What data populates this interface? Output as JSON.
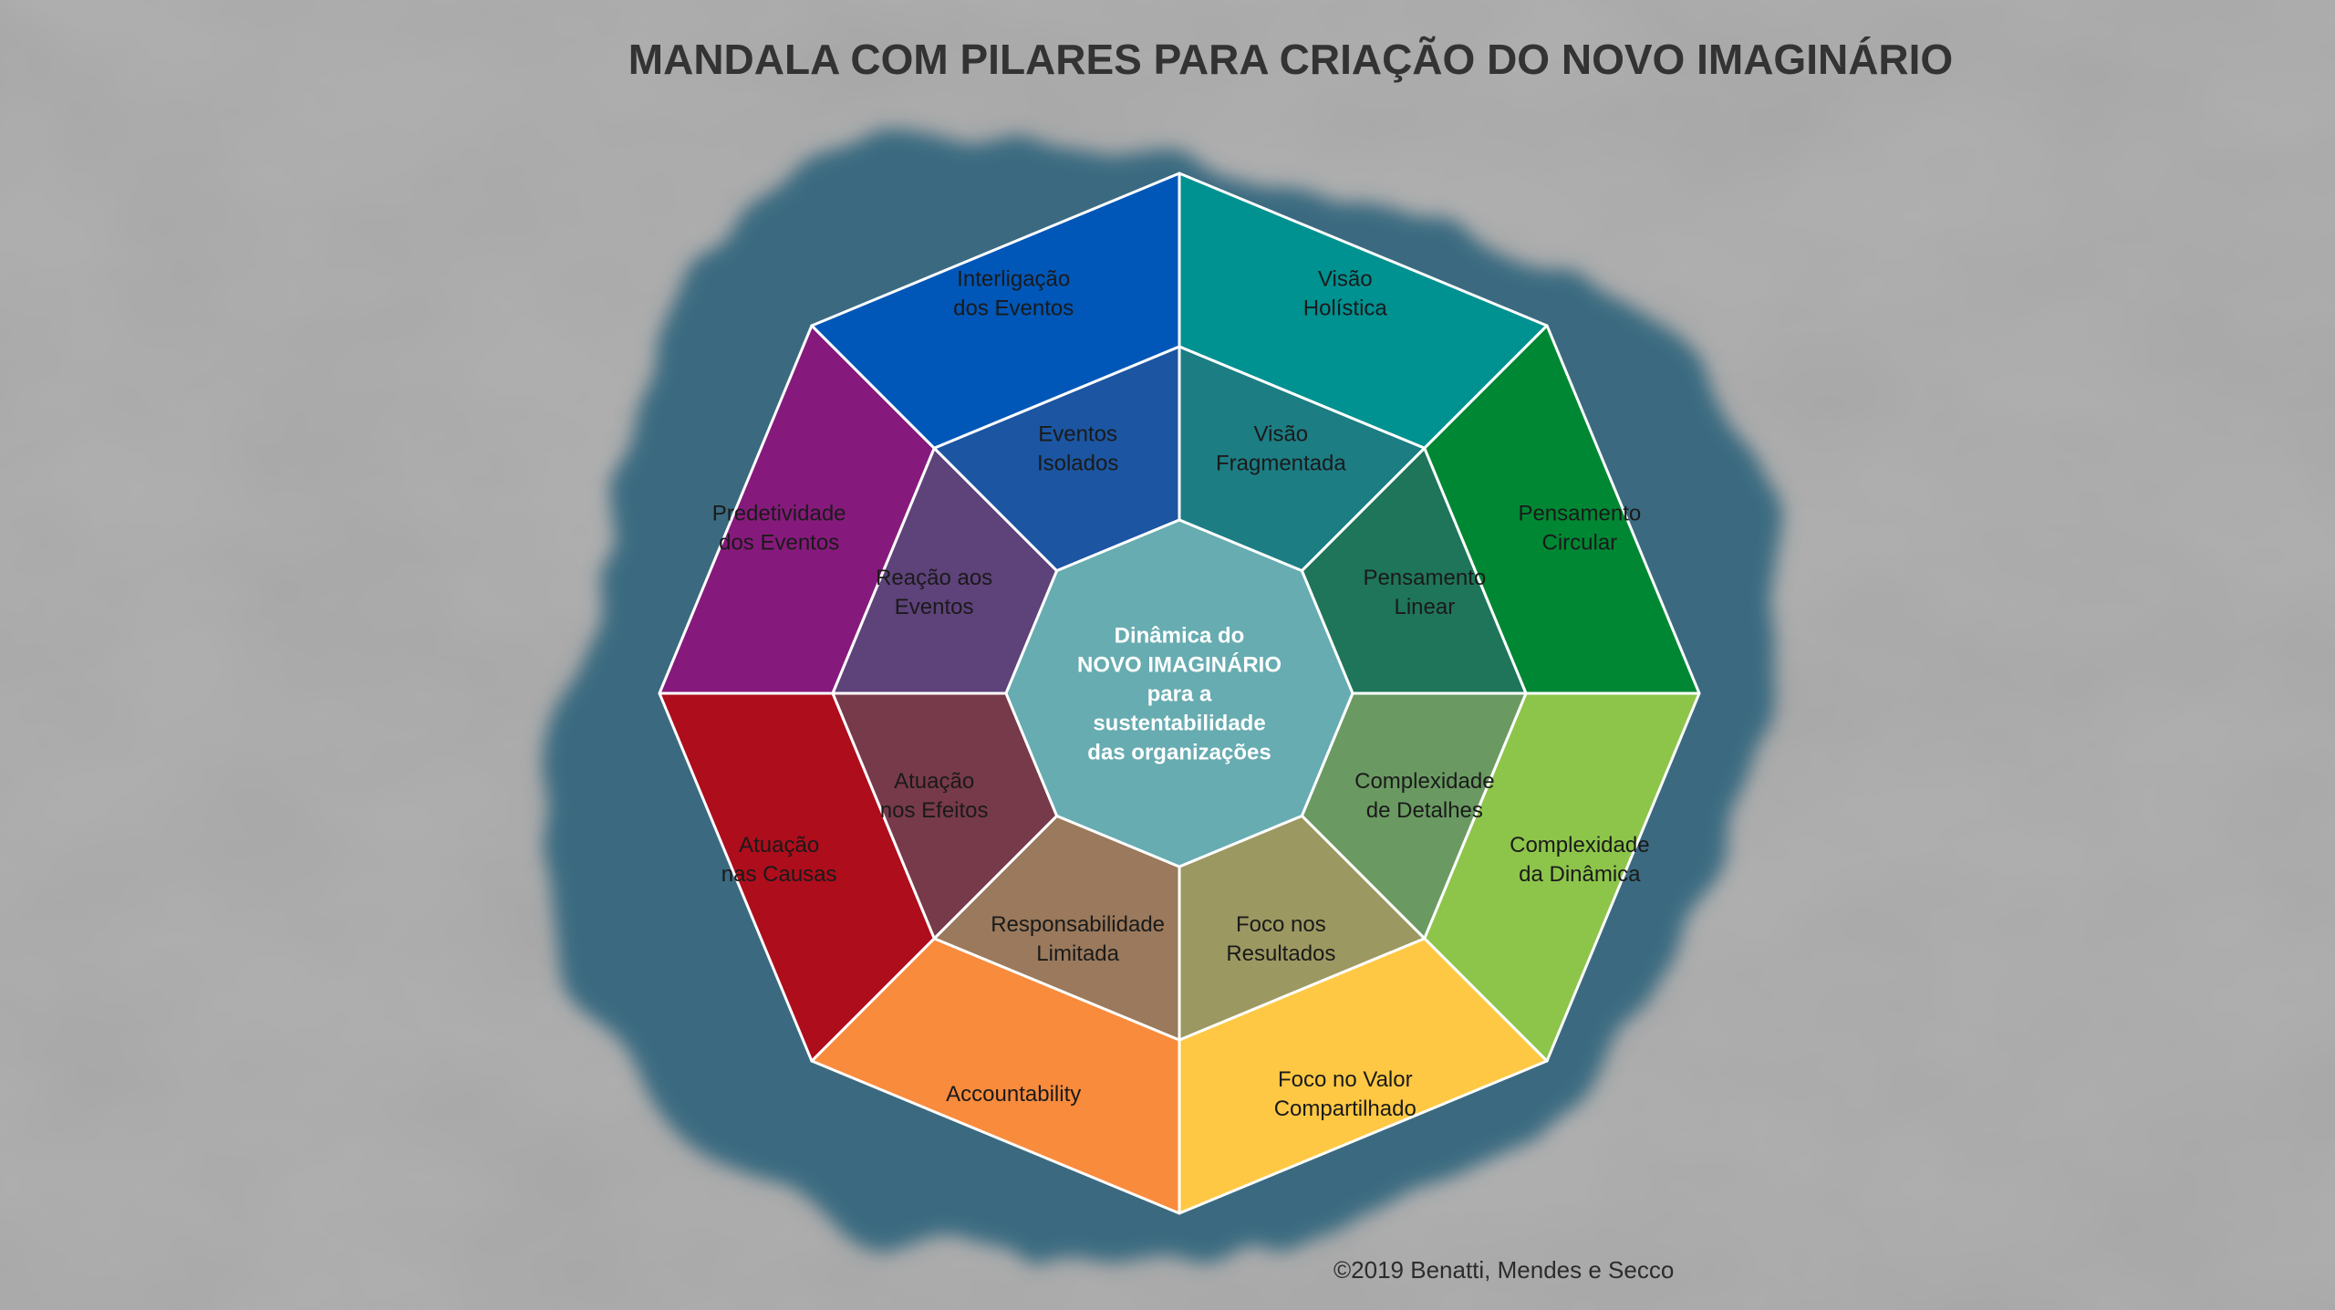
{
  "title": "MANDALA COM PILARES PARA CRIAÇÃO DO NOVO IMAGINÁRIO",
  "credit": "©2019 Benatti, Mendes e Secco",
  "center": {
    "lines": [
      "Dinâmica do",
      "NOVO IMAGINÁRIO",
      "para a",
      "sustentabilidade",
      "das organizações"
    ],
    "color": "#66acb1"
  },
  "segments": [
    {
      "outer": {
        "lines": [
          "Visão",
          "Holística"
        ],
        "color": "#009191"
      },
      "inner": {
        "lines": [
          "Visão",
          "Fragmentada"
        ],
        "color": "#1c7d83"
      }
    },
    {
      "outer": {
        "lines": [
          "Pensamento",
          "Circular"
        ],
        "color": "#008733"
      },
      "inner": {
        "lines": [
          "Pensamento",
          "Linear"
        ],
        "color": "#1f7559"
      }
    },
    {
      "outer": {
        "lines": [
          "Complexidade",
          "da Dinâmica"
        ],
        "color": "#8dc54b"
      },
      "inner": {
        "lines": [
          "Complexidade",
          "de Detalhes"
        ],
        "color": "#6a9a62"
      }
    },
    {
      "outer": {
        "lines": [
          "Foco no Valor",
          "Compartilhado"
        ],
        "color": "#fec844"
      },
      "inner": {
        "lines": [
          "Foco nos",
          "Resultados"
        ],
        "color": "#9c9861"
      }
    },
    {
      "outer": {
        "lines": [
          "Accountability"
        ],
        "color": "#f98b3d"
      },
      "inner": {
        "lines": [
          "Responsabilidade",
          "Limitada"
        ],
        "color": "#9a795c"
      }
    },
    {
      "outer": {
        "lines": [
          "Atuação",
          "nas Causas"
        ],
        "color": "#ae0d1c"
      },
      "inner": {
        "lines": [
          "Atuação",
          "nos Efeitos"
        ],
        "color": "#773a4a"
      }
    },
    {
      "outer": {
        "lines": [
          "Predetividade",
          "dos Eventos"
        ],
        "color": "#861a7c"
      },
      "inner": {
        "lines": [
          "Reação aos",
          "Eventos"
        ],
        "color": "#5e427a"
      }
    },
    {
      "outer": {
        "lines": [
          "Interligação",
          "dos Eventos"
        ],
        "color": "#0157b8"
      },
      "inner": {
        "lines": [
          "Eventos",
          "Isolados"
        ],
        "color": "#1c55a1"
      }
    }
  ],
  "colors": {
    "background": "#a9a9a9",
    "blob": "#3b6a80",
    "outline": "#ffffff",
    "title": "#333333"
  }
}
